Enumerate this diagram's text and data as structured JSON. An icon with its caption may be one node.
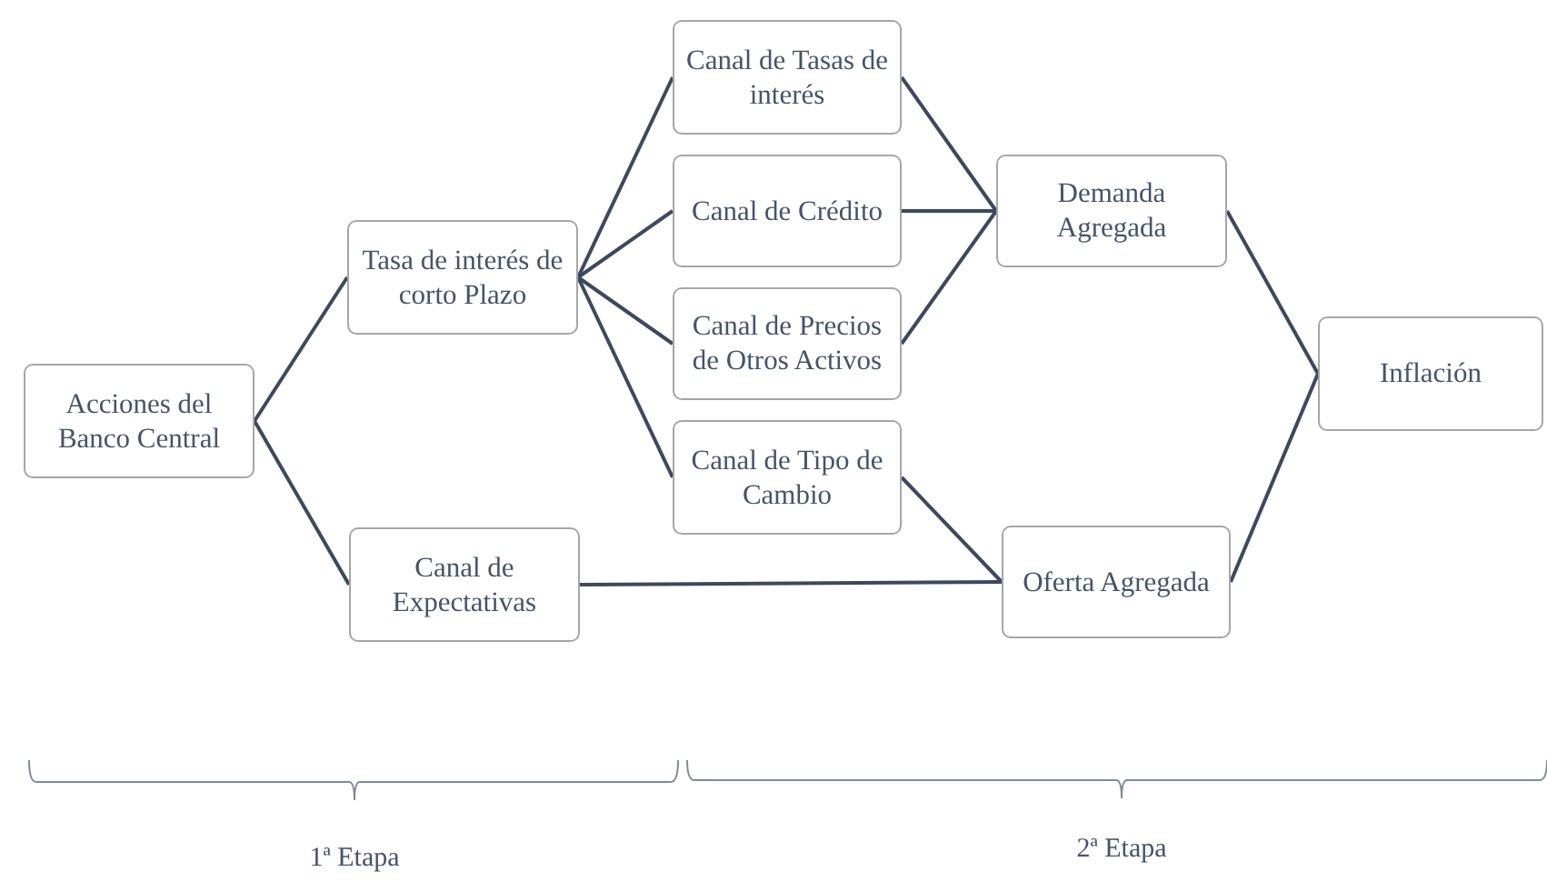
{
  "diagram": {
    "nodes": [
      {
        "text": [
          "Acciones del Banco Central"
        ]
      },
      {
        "text": [
          "Tasa de interés de corto Plazo"
        ]
      },
      {
        "text": [
          "Canal de Expectativas"
        ]
      },
      {
        "text": [
          "Canal de Tasas de interés"
        ]
      },
      {
        "text": [
          "Canal de Crédito"
        ]
      },
      {
        "text": [
          "Canal de Precios de Otros Activos"
        ]
      },
      {
        "text": [
          "Canal de Tipo de Cambio"
        ]
      },
      {
        "text": [
          "Demanda Agregada"
        ]
      },
      {
        "text": [
          "Inflación"
        ]
      },
      {
        "text": [
          "Oferta Agregada"
        ]
      }
    ],
    "edges": [
      {
        "from": 0,
        "to": 1,
        "arrow": "none"
      },
      {
        "from": 0,
        "to": 2,
        "arrow": "none"
      },
      {
        "from": 1,
        "to": 3,
        "arrow": "none"
      },
      {
        "from": 1,
        "to": 4,
        "arrow": "none"
      },
      {
        "from": 1,
        "to": 5,
        "arrow": "none"
      },
      {
        "from": 1,
        "to": 6,
        "arrow": "none"
      },
      {
        "from": 3,
        "to": 7,
        "arrow": "none"
      },
      {
        "from": 4,
        "to": 7,
        "arrow": "none"
      },
      {
        "from": 5,
        "to": 7,
        "arrow": "none"
      },
      {
        "from": 6,
        "to": 9,
        "arrow": "none"
      },
      {
        "from": 2,
        "to": 9,
        "arrow": "none"
      },
      {
        "from": 7,
        "to": 8,
        "arrow": "none"
      },
      {
        "from": 9,
        "to": 8,
        "arrow": "none"
      }
    ],
    "labels": [
      "1ª Etapa",
      "2ª Etapa"
    ]
  }
}
